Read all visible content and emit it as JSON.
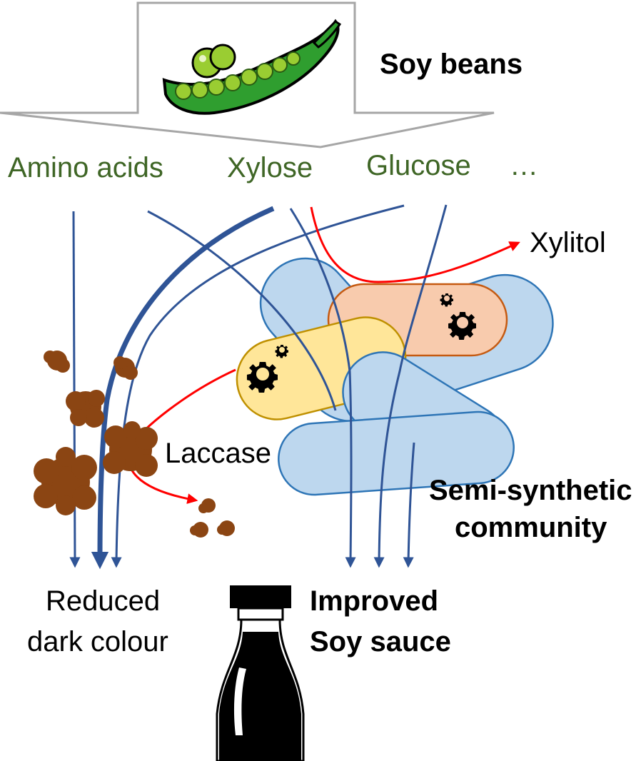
{
  "diagram": {
    "source": {
      "label": "Soy beans",
      "icon": "soybean-pod-icon"
    },
    "metabolites": [
      {
        "id": "amino-acids",
        "label": "Amino acids"
      },
      {
        "id": "xylose",
        "label": "Xylose"
      },
      {
        "id": "glucose",
        "label": "Glucose"
      },
      {
        "id": "ellipsis",
        "label": "…"
      }
    ],
    "products": {
      "xylitol": "Xylitol",
      "laccase": "Laccase",
      "community_line1": "Semi-synthetic",
      "community_line2": "community",
      "reduced_line1": "Reduced",
      "reduced_line2": "dark colour",
      "improved_line1": "Improved",
      "improved_line2": "Soy sauce"
    },
    "icons": [
      "gear-icon",
      "soy-sauce-bottle-icon",
      "pigment-particle-icon",
      "bacterium-cell-icon"
    ],
    "colors": {
      "metabolite_text": "#3f6626",
      "flux_arrow": "#2f5496",
      "enzyme_arrow": "#ff0000",
      "pigment": "#8b4513",
      "cell_blue": "#bdd7ee",
      "cell_blue_stroke": "#2e75b6",
      "cell_yellow": "#ffe699",
      "cell_yellow_stroke": "#bf9000",
      "cell_orange": "#f8cbad",
      "cell_orange_stroke": "#c55a11",
      "pod_green": "#2f9e2f",
      "pea_green": "#9acd32"
    }
  }
}
